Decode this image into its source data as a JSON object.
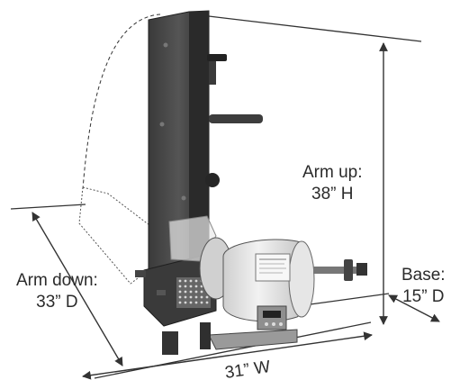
{
  "figure": {
    "machine_label_lines": [
      "",
      "",
      "",
      ""
    ],
    "labels": {
      "arm_up": {
        "line1": "Arm up:",
        "line2": "38” H"
      },
      "arm_down": {
        "line1": "Arm down:",
        "line2": "33” D"
      },
      "base": {
        "line1": "Base:",
        "line2": "15” D"
      },
      "width": {
        "line1": "31” W"
      }
    }
  }
}
